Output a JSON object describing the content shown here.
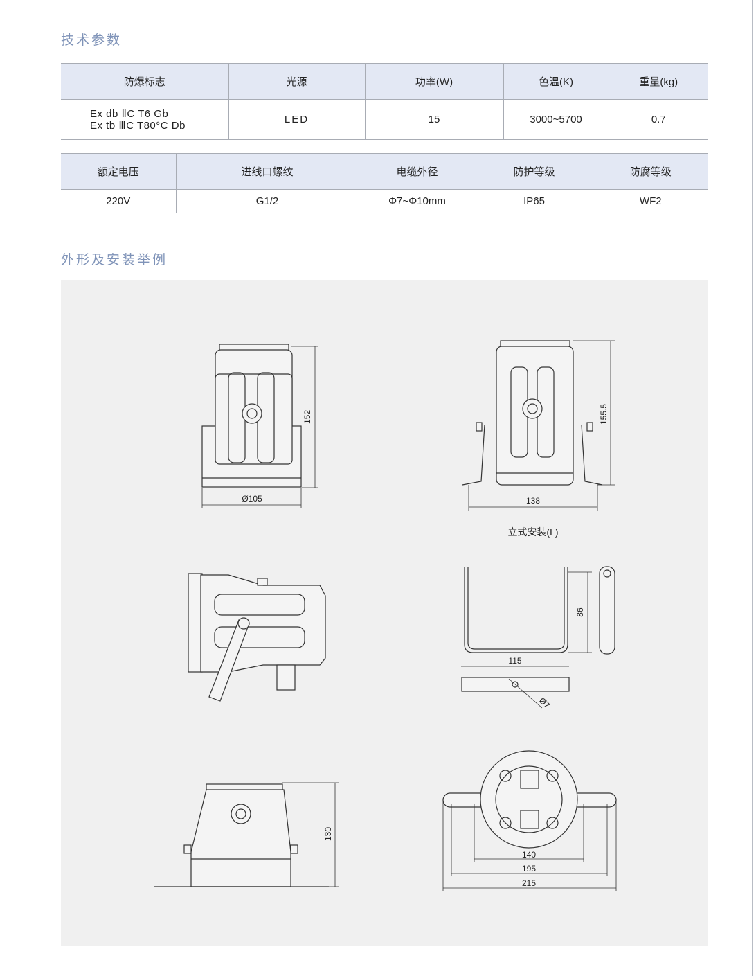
{
  "sections": {
    "tech_params": "技术参数",
    "appearance": "外形及安装举例"
  },
  "table1": {
    "headers": [
      "防爆标志",
      "光源",
      "功率(W)",
      "色温(K)",
      "重量(kg)"
    ],
    "row": {
      "mark_line1": "Ex db ⅡC T6 Gb",
      "mark_line2": "Ex tb ⅢC T80°C Db",
      "light": "LED",
      "power": "15",
      "cct": "3000~5700",
      "weight": "0.7"
    }
  },
  "table2": {
    "headers": [
      "额定电压",
      "进线口螺纹",
      "电缆外径",
      "防护等级",
      "防腐等级"
    ],
    "row": [
      "220V",
      "G1/2",
      "Φ7~Φ10mm",
      "IP65",
      "WF2"
    ]
  },
  "drawings": {
    "front": {
      "height": "152",
      "diameter": "Ø105"
    },
    "bracket_front": {
      "height": "155.5",
      "width": "138",
      "caption": "立式安装(L)"
    },
    "bracket_part": {
      "height": "86",
      "width": "115",
      "hole": "Ø7"
    },
    "top": {
      "height": "130"
    },
    "bottom": {
      "d1": "140",
      "d2": "195",
      "d3": "215"
    }
  }
}
